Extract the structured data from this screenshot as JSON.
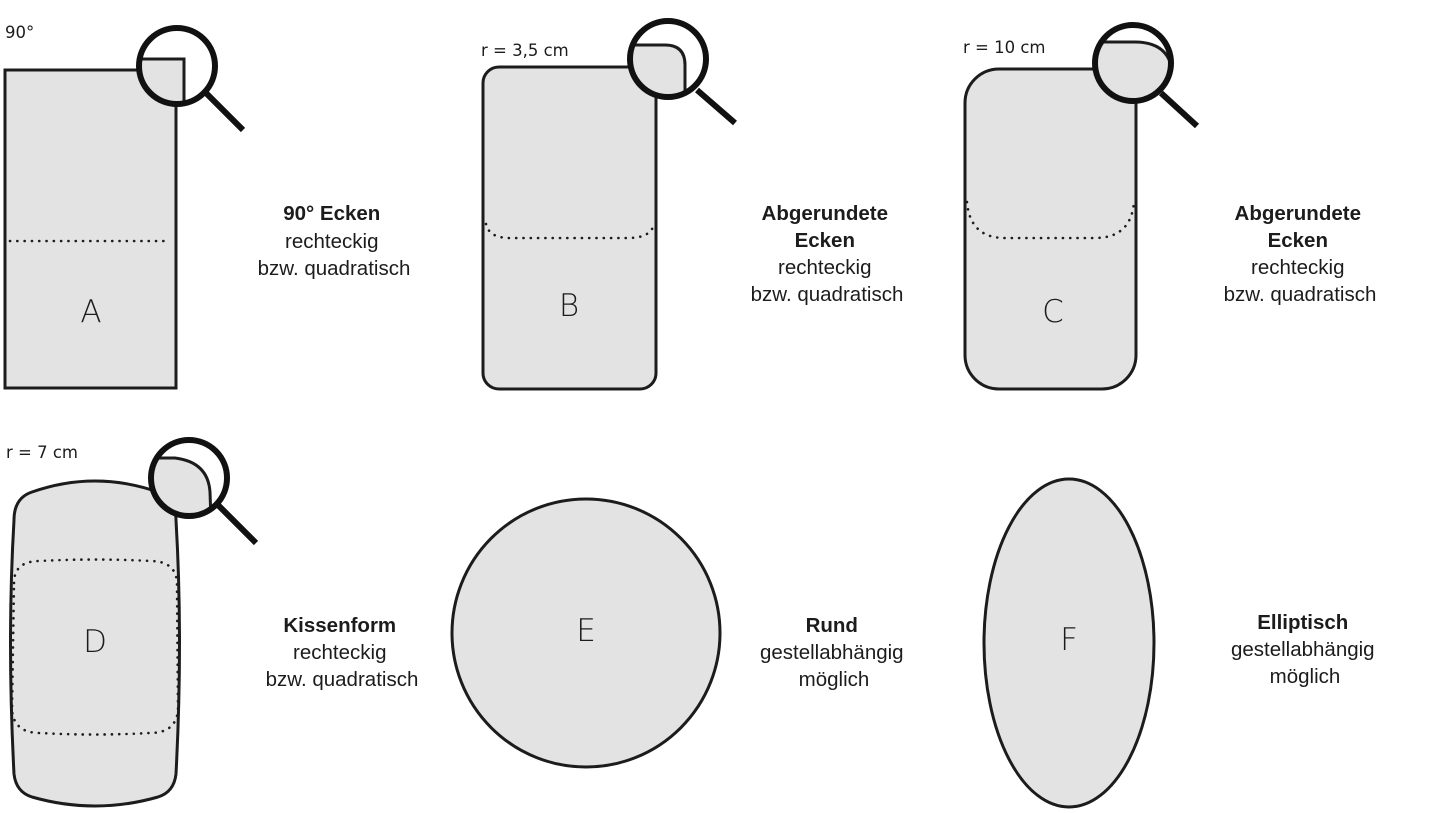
{
  "shapes": [
    {
      "id": "A",
      "letter": "A",
      "dimension": "90°",
      "caption_bold": [
        "90° Ecken"
      ],
      "caption_normal": [
        "rechteckig",
        "bzw. quadratisch"
      ]
    },
    {
      "id": "B",
      "letter": "B",
      "dimension": "r = 3,5 cm",
      "caption_bold": [
        "Abgerundete",
        "Ecken"
      ],
      "caption_normal": [
        "rechteckig",
        "bzw. quadratisch"
      ]
    },
    {
      "id": "C",
      "letter": "C",
      "dimension": "r = 10 cm",
      "caption_bold": [
        "Abgerundete",
        "Ecken"
      ],
      "caption_normal": [
        "rechteckig",
        "bzw. quadratisch"
      ]
    },
    {
      "id": "D",
      "letter": "D",
      "dimension": "r = 7 cm",
      "caption_bold": [
        "Kissenform"
      ],
      "caption_normal": [
        "rechteckig",
        "bzw. quadratisch"
      ]
    },
    {
      "id": "E",
      "letter": "E",
      "dimension": "",
      "caption_bold": [
        "Rund"
      ],
      "caption_normal": [
        "gestellabhängig",
        "möglich"
      ]
    },
    {
      "id": "F",
      "letter": "F",
      "dimension": "",
      "caption_bold": [
        "Elliptisch"
      ],
      "caption_normal": [
        "gestellabhängig",
        "möglich"
      ]
    }
  ],
  "colors": {
    "fill": "#e3e3e3",
    "stroke": "#1c1c1c",
    "background": "#ffffff"
  },
  "icons": [
    "magnifier-icon"
  ]
}
